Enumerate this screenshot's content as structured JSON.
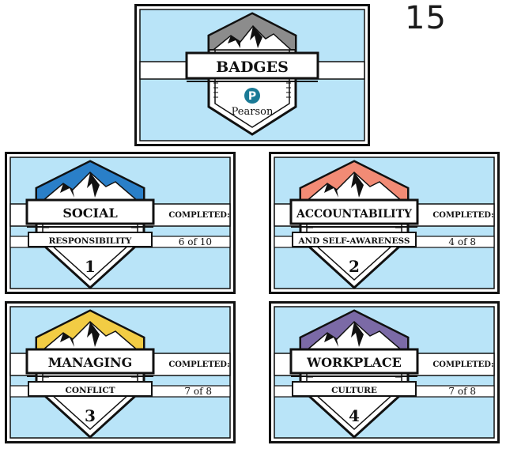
{
  "page_number": "15",
  "header": {
    "title": "BADGES",
    "logo_text": "Pearson",
    "logo_mark": "P",
    "mountain_color": "#8c8c8c",
    "bg_color": "#b9e4f8"
  },
  "badges": [
    {
      "title": "SOCIAL",
      "subtitle": "RESPONSIBILITY",
      "number": "1",
      "completed_label": "COMPLETED:",
      "completed_value": "6 of 10",
      "mountain_color": "#2a7fc8"
    },
    {
      "title": "ACCOUNTABILITY",
      "subtitle": "AND SELF-AWARENESS",
      "number": "2",
      "completed_label": "COMPLETED:",
      "completed_value": "4 of 8",
      "mountain_color": "#f28b75"
    },
    {
      "title": "MANAGING",
      "subtitle": "CONFLICT",
      "number": "3",
      "completed_label": "COMPLETED:",
      "completed_value": "7 of 8",
      "mountain_color": "#f2cc44"
    },
    {
      "title": "WORKPLACE",
      "subtitle": "CULTURE",
      "number": "4",
      "completed_label": "COMPLETED:",
      "completed_value": "7 of 8",
      "mountain_color": "#7b6aa6"
    }
  ]
}
